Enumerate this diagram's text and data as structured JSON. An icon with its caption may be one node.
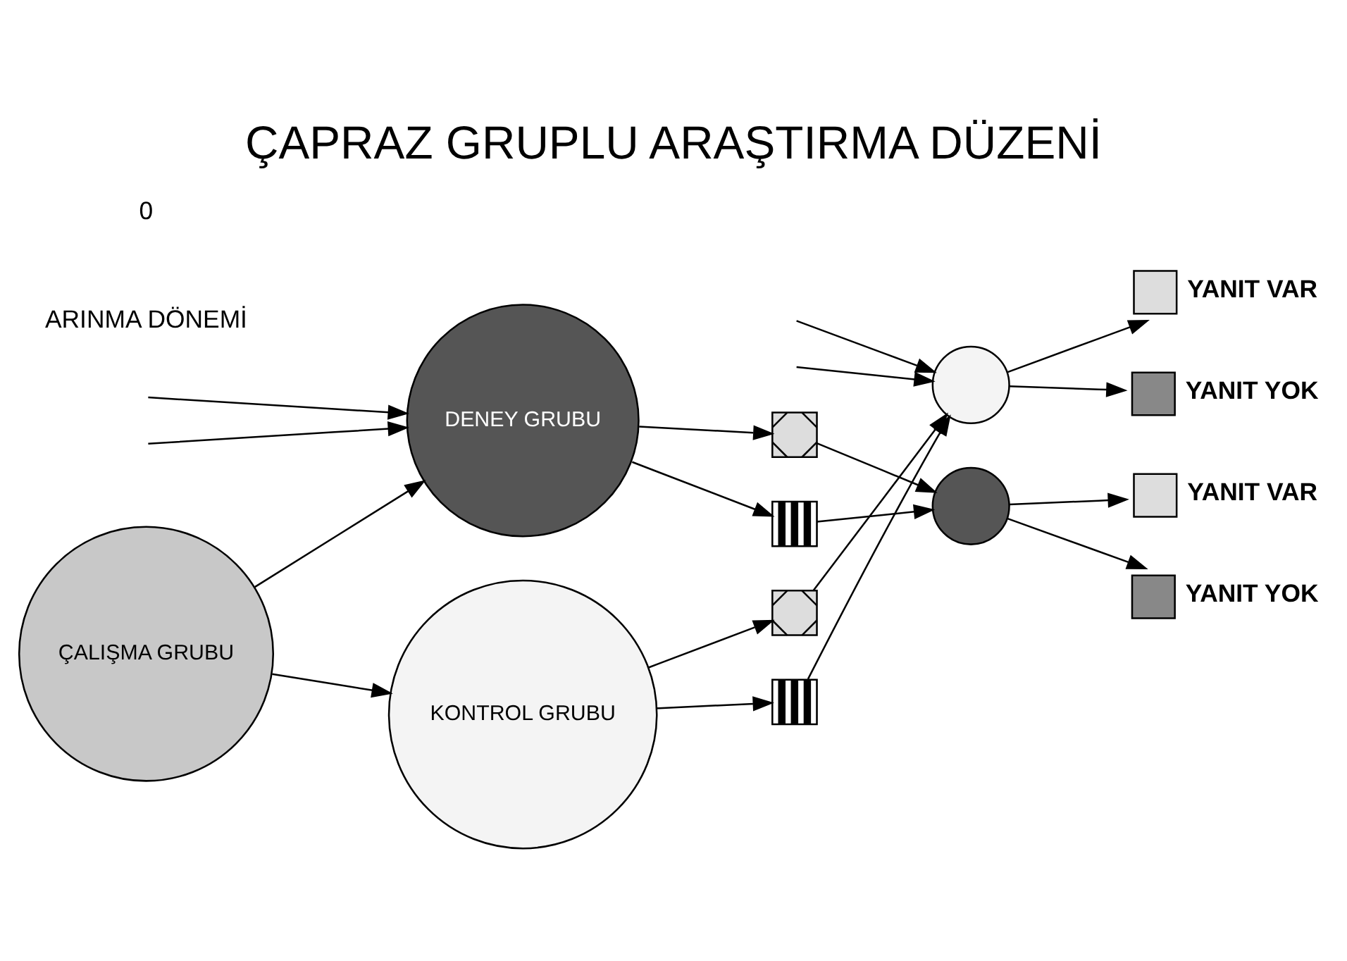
{
  "diagram": {
    "title": "ÇAPRAZ GRUPLU ARAŞTIRMA DÜZENİ",
    "nodes": [
      {
        "text": [
          "ÇALIŞMA GRUBU"
        ]
      },
      {
        "text": [
          "DENEY GRUBU"
        ]
      },
      {
        "text": [
          "KONTROL GRUBU"
        ]
      },
      {
        "text": [],
        "shape": "box"
      },
      {
        "text": [],
        "shape": "box"
      },
      {
        "text": [],
        "shape": "box"
      },
      {
        "text": [],
        "shape": "box"
      },
      {
        "text": [],
        "shape": "circle"
      },
      {
        "text": [],
        "shape": "circle"
      },
      {
        "text": [
          "YANIT VAR"
        ]
      },
      {
        "text": [
          "YANIT YOK"
        ]
      },
      {
        "text": [
          "YANIT VAR"
        ]
      },
      {
        "text": [
          "YANIT YOK"
        ]
      }
    ],
    "edges": [
      {
        "from": 0,
        "to": 1,
        "arrow": "to"
      },
      {
        "from": 0,
        "to": 2,
        "arrow": "to"
      },
      {
        "from": null,
        "to": 1,
        "arrow": "to"
      },
      {
        "from": null,
        "to": 1,
        "arrow": "to"
      },
      {
        "from": 1,
        "to": 3,
        "arrow": "to"
      },
      {
        "from": 1,
        "to": 4,
        "arrow": "to"
      },
      {
        "from": 2,
        "to": 5,
        "arrow": "to"
      },
      {
        "from": 2,
        "to": 6,
        "arrow": "to"
      },
      {
        "from": 3,
        "to": 8,
        "arrow": "to"
      },
      {
        "from": 4,
        "to": 8,
        "arrow": "to"
      },
      {
        "from": 5,
        "to": 7,
        "arrow": "to"
      },
      {
        "from": 6,
        "to": 7,
        "arrow": "to"
      },
      {
        "from": null,
        "to": 7,
        "arrow": "to"
      },
      {
        "from": null,
        "to": 7,
        "arrow": "to"
      },
      {
        "from": 7,
        "to": 9,
        "arrow": "to"
      },
      {
        "from": 7,
        "to": 10,
        "arrow": "to"
      },
      {
        "from": 8,
        "to": 11,
        "arrow": "to"
      },
      {
        "from": 8,
        "to": 12,
        "arrow": "to"
      }
    ],
    "labels": [
      "ARINMA DÖNEMİ",
      "0"
    ]
  }
}
